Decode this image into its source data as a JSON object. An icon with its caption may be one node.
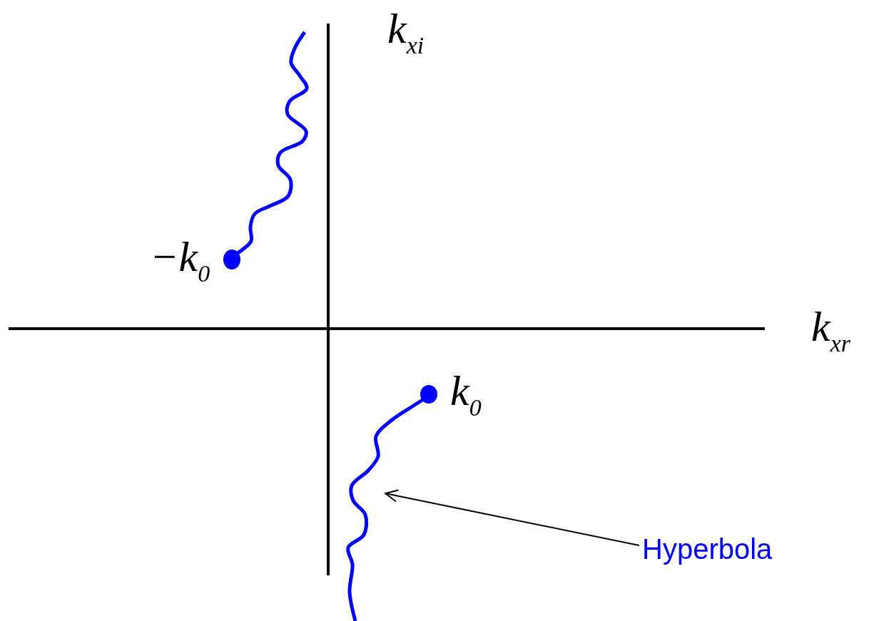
{
  "diagram": {
    "nodes": [
      {
        "text": [
          "Hyperbola"
        ]
      },
      {
        "text": [],
        "shape": "curve"
      }
    ],
    "edges": [
      {
        "from": 0,
        "to": 1,
        "arrow": "to"
      }
    ],
    "labels": [
      "k$_{xi}$",
      "−k$_{0}$",
      "k$_{xr}$",
      "k$_{0}$"
    ]
  }
}
